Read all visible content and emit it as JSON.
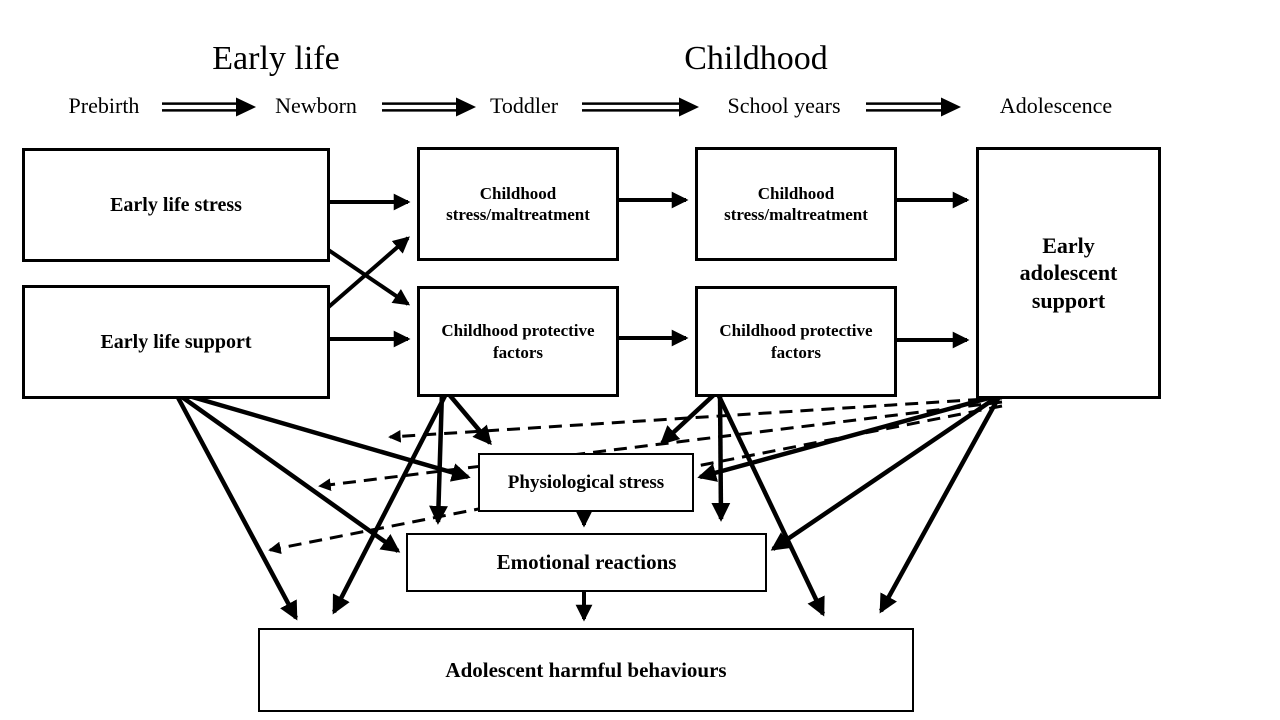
{
  "headers": {
    "early_life": "Early life",
    "childhood": "Childhood"
  },
  "timeline": [
    "Prebirth",
    "Newborn",
    "Toddler",
    "School years",
    "Adolescence"
  ],
  "boxes": {
    "early_life_stress": "Early life stress",
    "early_life_support": "Early life support",
    "childhood_stress_1": "Childhood stress/maltreatment",
    "childhood_stress_2": "Childhood stress/maltreatment",
    "childhood_protective_1": "Childhood protective factors",
    "childhood_protective_2": "Childhood protective factors",
    "early_adolescent_support": "Early adolescent support",
    "physiological_stress": "Physiological stress",
    "emotional_reactions": "Emotional reactions",
    "adolescent_harmful_behaviours": "Adolescent harmful behaviours"
  },
  "colors": {
    "line": "#000000",
    "box_border": "#000000",
    "box_fill": "#ffffff",
    "background": "#ffffff"
  }
}
